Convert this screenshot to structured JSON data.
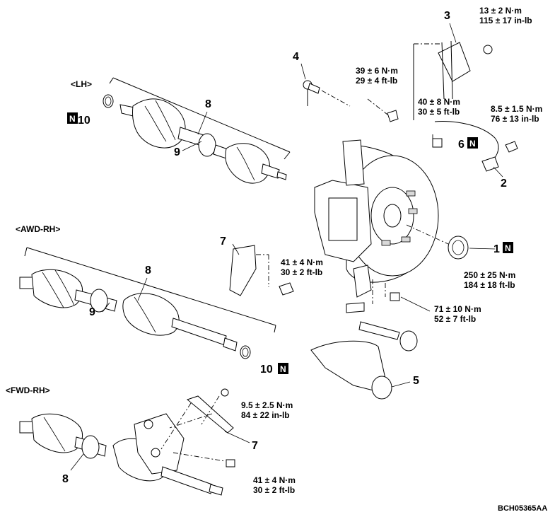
{
  "sections": {
    "lh": "<LH>",
    "awd_rh": "<AWD-RH>",
    "fwd_rh": "<FWD-RH>"
  },
  "new_part_mark": "N",
  "callouts": {
    "c1": "1",
    "c2": "2",
    "c3": "3",
    "c4": "4",
    "c5": "5",
    "c6": "6",
    "c7a": "7",
    "c7b": "7",
    "c8a": "8",
    "c8b": "8",
    "c8c": "8",
    "c9a": "9",
    "c9b": "9",
    "c10a": "10",
    "c10b": "10"
  },
  "torques": {
    "t3": [
      "13 ± 2 N·m",
      "115 ± 17 in-lb"
    ],
    "t39": [
      "39 ± 6 N·m",
      "29 ± 4 ft-lb"
    ],
    "t40": [
      "40 ± 8 N·m",
      "30 ± 5 ft-lb"
    ],
    "t85": [
      "8.5 ± 1.5 N·m",
      "76 ± 13 in-lb"
    ],
    "t41a": [
      "41 ± 4 N·m",
      "30 ± 2 ft-lb"
    ],
    "t250": [
      "250 ± 25 N·m",
      "184 ± 18 ft-lb"
    ],
    "t71": [
      "71 ± 10 N·m",
      "52 ± 7 ft-lb"
    ],
    "t95": [
      "9.5 ± 2.5 N·m",
      "84 ± 22 in-lb"
    ],
    "t41b": [
      "41 ± 4 N·m",
      "30 ± 2 ft-lb"
    ]
  },
  "figure_code": "BCH05365AA"
}
